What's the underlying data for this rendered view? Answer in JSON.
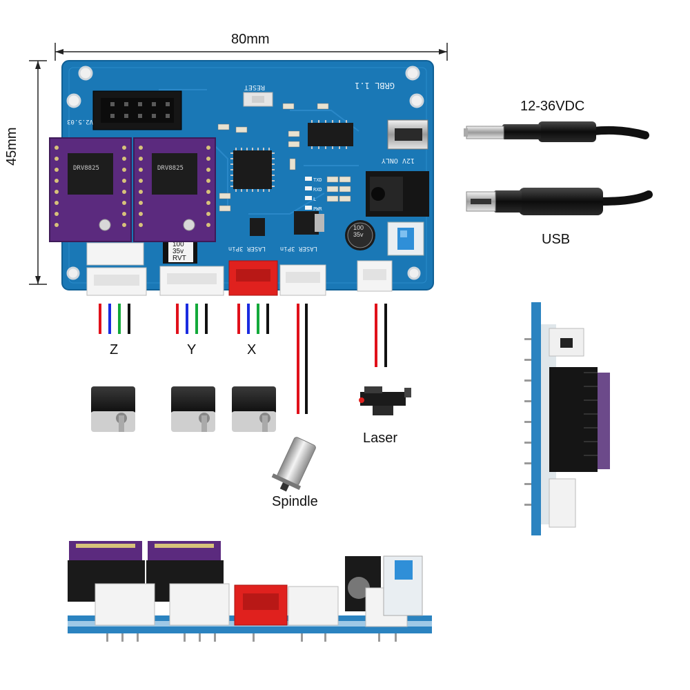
{
  "dimensions": {
    "width": "80mm",
    "height": "45mm"
  },
  "power": {
    "label": "12-36VDC"
  },
  "usb": {
    "label": "USB"
  },
  "axes": [
    {
      "label": "Z",
      "wires": [
        "#e0101a",
        "#1a2be0",
        "#13a93a",
        "#111111"
      ]
    },
    {
      "label": "Y",
      "wires": [
        "#e0101a",
        "#1a2be0",
        "#13a93a",
        "#111111"
      ]
    },
    {
      "label": "X",
      "wires": [
        "#e0101a",
        "#1a2be0",
        "#13a93a",
        "#111111"
      ]
    }
  ],
  "spindle": {
    "label": "Spindle",
    "wires": [
      "#e0101a",
      "#111111"
    ]
  },
  "laser": {
    "label": "Laser",
    "wires": [
      "#e0101a",
      "#111111"
    ]
  },
  "board": {
    "name": "GRBL 1.1",
    "reset": "RESET",
    "power_note": "12V ONLY",
    "version": "V2.5.03",
    "driver_chip": "DRV8825",
    "cap_label_1": "100",
    "cap_label_2": "35v",
    "cap_label_3": "RVT",
    "laser_header_1": "LASER 3Pin",
    "laser_header_2": "LASER 3Pin",
    "led_labels": [
      "TXD",
      "RXD",
      "L",
      "PWR"
    ]
  },
  "colors": {
    "pcb": "#1a78b6",
    "pcb_edge": "#2a8ccb",
    "driver": "#5b2a7e",
    "connector_white": "#f4f4f4",
    "connector_red": "#e0211e",
    "button_blue": "#2f8fd8"
  }
}
